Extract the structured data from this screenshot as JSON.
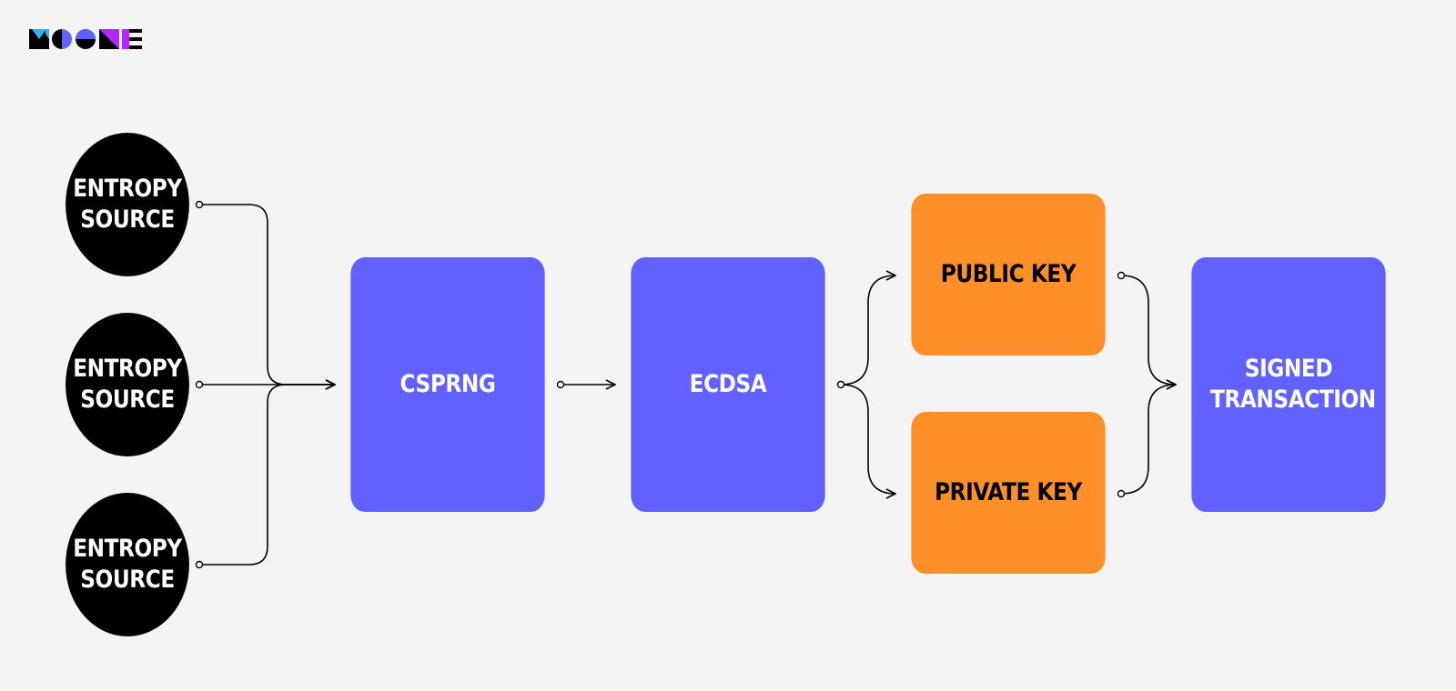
{
  "diagram": {
    "entropy_sources": [
      {
        "label": "ENTROPY SOURCE"
      },
      {
        "label": "ENTROPY SOURCE"
      },
      {
        "label": "ENTROPY SOURCE"
      }
    ],
    "csprng": {
      "label": "CSPRNG"
    },
    "ecdsa": {
      "label": "ECDSA"
    },
    "public_key": {
      "label": "PUBLIC KEY"
    },
    "private_key": {
      "label": "PRIVATE KEY"
    },
    "signed_transaction": {
      "label": "SIGNED TRANSACTION"
    }
  },
  "colors": {
    "background": "#f4f4f4",
    "blue": "#6161ff",
    "orange": "#ff8f28",
    "black": "#000000",
    "logo_cyan": "#27b5ee",
    "logo_periwinkle": "#6161ff",
    "logo_purple": "#b028ff"
  },
  "icons": {
    "logo": "brand-logo"
  }
}
